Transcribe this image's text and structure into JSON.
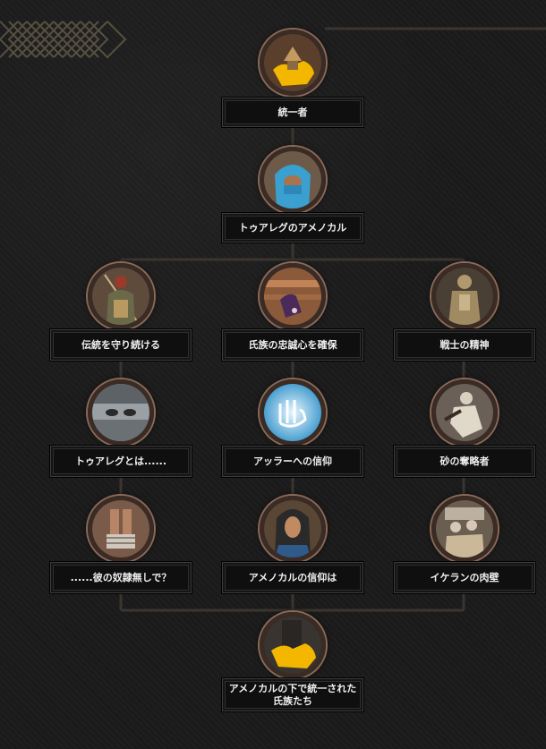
{
  "colors": {
    "background": "#1b1b1b",
    "line": "#3a352f",
    "label_bg": "#0f0f0f",
    "label_text": "#f0f0f0",
    "icon_ring": "#8a6a58",
    "map_gold": "#f3b700"
  },
  "nodes": {
    "n1": {
      "label": "統一者",
      "icon": "gold-map-hut-icon"
    },
    "n2": {
      "label": "トゥアレグのアメノカル",
      "icon": "blue-veiled-tuareg-icon"
    },
    "n3": {
      "label": "伝統を守り続ける",
      "icon": "elder-with-spear-icon"
    },
    "n4": {
      "label": "氏族の忠誠心を確保",
      "icon": "purple-hand-icon"
    },
    "n5": {
      "label": "戦士の精神",
      "icon": "armored-warrior-icon"
    },
    "n6": {
      "label": "トゥアレグとは......",
      "icon": "veiled-eyes-icon"
    },
    "n7": {
      "label": "アッラーへの信仰",
      "icon": "allah-calligraphy-icon"
    },
    "n8": {
      "label": "砂の奪略者",
      "icon": "raider-icon"
    },
    "n9": {
      "label": "......彼の奴隷無しで？",
      "icon": "bound-hands-icon"
    },
    "n10": {
      "label": "アメノカルの信仰は",
      "icon": "veiled-woman-icon"
    },
    "n11": {
      "label": "イケランの肉壁",
      "icon": "crowd-icon"
    },
    "n12": {
      "label": "アメノカルの下で統一された氏族たち",
      "icon": "gold-map-tower-icon"
    }
  }
}
